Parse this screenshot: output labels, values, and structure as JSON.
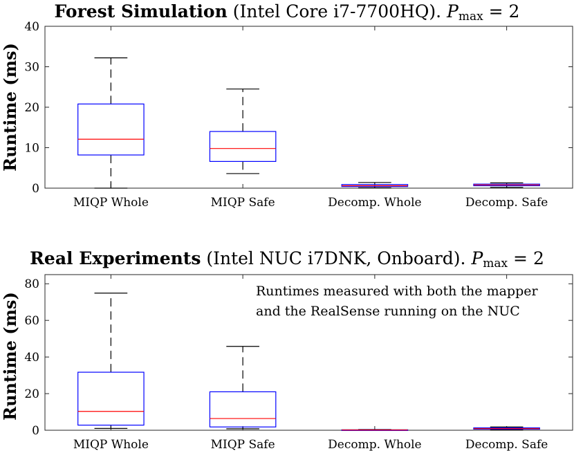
{
  "chart_data": [
    {
      "type": "box",
      "title": {
        "bold": "Forest Simulation",
        "rest": " (Intel Core i7-7700HQ). ",
        "param": "P",
        "param_sub": "max",
        "param_val": " = 2"
      },
      "ylabel": "Runtime (ms)",
      "ylim": [
        0,
        40
      ],
      "yticks": [
        "0",
        "10",
        "20",
        "30",
        "40"
      ],
      "categories": [
        "MIQP Whole",
        "MIQP Safe",
        "Decomp. Whole",
        "Decomp. Safe"
      ],
      "boxes": [
        {
          "whisker_low": 0.0,
          "q1": 8.2,
          "median": 12.1,
          "q3": 20.8,
          "whisker_high": 32.2
        },
        {
          "whisker_low": 3.6,
          "q1": 6.6,
          "median": 9.8,
          "q3": 14.0,
          "whisker_high": 24.5
        },
        {
          "whisker_low": 0.1,
          "q1": 0.4,
          "median": 0.6,
          "q3": 0.9,
          "whisker_high": 1.4
        },
        {
          "whisker_low": 0.2,
          "q1": 0.6,
          "median": 0.8,
          "q3": 1.0,
          "whisker_high": 1.3
        }
      ],
      "annotation": ""
    },
    {
      "type": "box",
      "title": {
        "bold": "Real Experiments",
        "rest": " (Intel NUC i7DNK, Onboard). ",
        "param": "P",
        "param_sub": "max",
        "param_val": " = 2"
      },
      "ylabel": "Runtime (ms)",
      "ylim": [
        0,
        85
      ],
      "yticks": [
        "0",
        "20",
        "40",
        "60",
        "80"
      ],
      "categories": [
        "MIQP Whole",
        "MIQP Safe",
        "Decomp. Whole",
        "Decomp. Safe"
      ],
      "boxes": [
        {
          "whisker_low": 1.0,
          "q1": 2.8,
          "median": 10.3,
          "q3": 31.7,
          "whisker_high": 74.9
        },
        {
          "whisker_low": 0.8,
          "q1": 1.8,
          "median": 6.4,
          "q3": 21.0,
          "whisker_high": 45.8
        },
        {
          "whisker_low": 0.0,
          "q1": 0.1,
          "median": 0.15,
          "q3": 0.25,
          "whisker_high": 0.4
        },
        {
          "whisker_low": 0.3,
          "q1": 0.6,
          "median": 0.9,
          "q3": 1.3,
          "whisker_high": 1.8
        }
      ],
      "annotation": [
        "Runtimes measured with both the mapper",
        "and the RealSense running on the NUC"
      ]
    }
  ],
  "colors": {
    "box": "#0000ff",
    "median": "#ff0000",
    "whisker": "#000000",
    "axis": "#262626"
  }
}
